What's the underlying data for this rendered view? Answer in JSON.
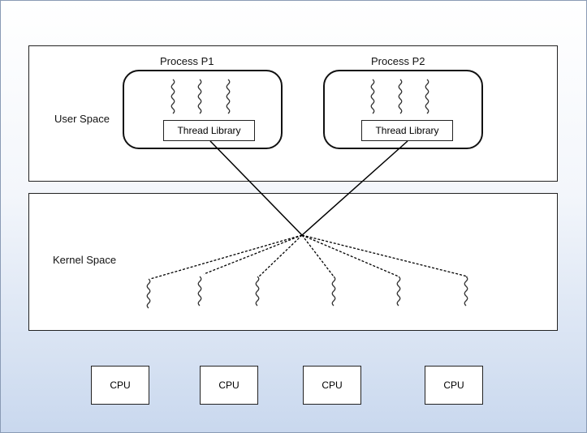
{
  "user_space_label": "User Space",
  "kernel_space_label": "Kernel Space",
  "processes": [
    {
      "title": "Process P1",
      "library": "Thread Library"
    },
    {
      "title": "Process P2",
      "library": "Thread Library"
    }
  ],
  "cpus": [
    "CPU",
    "CPU",
    "CPU",
    "CPU"
  ]
}
